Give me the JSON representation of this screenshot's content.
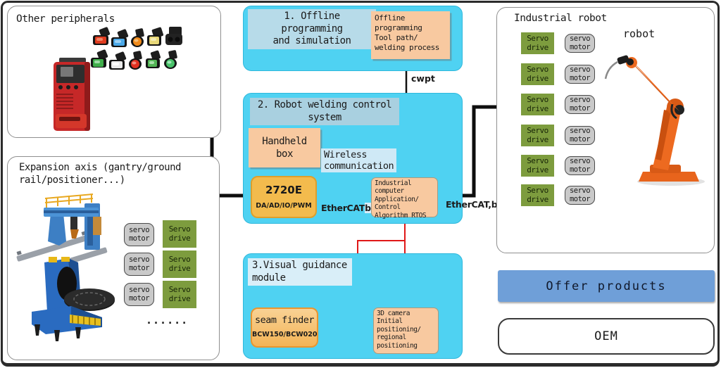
{
  "colors": {
    "panel_cyan": "#4fd2f2",
    "note_orange": "#f8c9a0",
    "gold": "#f3bb4d",
    "drive_green": "#7d9c3e",
    "motor_gray": "#c9c9c9",
    "offer_blue": "#6f9fd8",
    "wire_red": "#e01818",
    "wire_blue": "#1535cc",
    "title_highlight": "#abd2e2"
  },
  "other_peripherals": {
    "title": "Other peripherals"
  },
  "expansion_axis": {
    "title": "Expansion axis (gantry/ground\nrail/positioner...)",
    "rows": [
      {
        "motor": "servo\nmotor",
        "drive": "Servo\ndrive"
      },
      {
        "motor": "servo\nmotor",
        "drive": "Servo\ndrive"
      },
      {
        "motor": "servo\nmotor",
        "drive": "Servo\ndrive"
      }
    ],
    "ellipsis": "......"
  },
  "offline_module": {
    "title": "1. Offline programming\nand simulation",
    "note": "Offline\nprogramming\nTool path/\nwelding process",
    "link_label": "cwpt"
  },
  "control_module": {
    "title": "2. Robot welding control\nsystem",
    "handheld": "Handheld\nbox",
    "wireless": "Wireless\ncommunication",
    "card_2720e": {
      "name": "2720E",
      "sub": "DA/AD/IO/PWM"
    },
    "bus_left_plain": "EtherCAT",
    "bus_left_highlight": "bus",
    "industrial_computer": "Industrial\ncomputer\nApplication/\nControl\nAlgorithm  RTOS",
    "bus_right": "EtherCAT,bus"
  },
  "visual_module": {
    "title": "3.Visual guidance\nmodule",
    "seam_finder": {
      "name": "seam finder",
      "sub": "BCW150/BCW020"
    },
    "camera": "3D camera\nInitial\npositioning/\nregional\npositioning"
  },
  "robot_panel": {
    "title": "Industrial robot",
    "robot_label": "robot",
    "rows": [
      {
        "drive": "Servo\ndrive",
        "motor": "servo\nmotor"
      },
      {
        "drive": "Servo\ndrive",
        "motor": "servo\nmotor"
      },
      {
        "drive": "Servo\ndrive",
        "motor": "servo\nmotor"
      },
      {
        "drive": "Servo\ndrive",
        "motor": "servo\nmotor"
      },
      {
        "drive": "Servo\ndrive",
        "motor": "servo\nmotor"
      },
      {
        "drive": "Servo\ndrive",
        "motor": "servo\nmotor"
      }
    ]
  },
  "products": {
    "offer": "Offer products",
    "oem": "OEM"
  }
}
